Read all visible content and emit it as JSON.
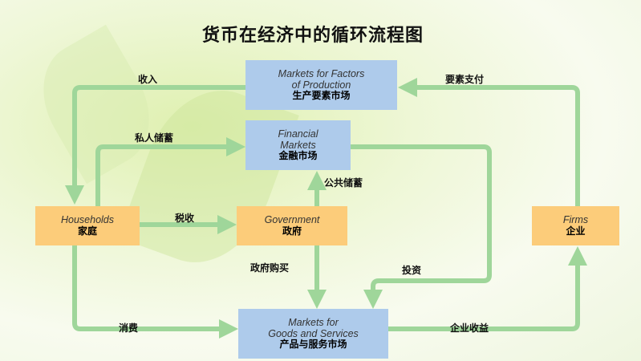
{
  "title": "货币在经济中的循环流程图",
  "boxes": {
    "factors": {
      "en1": "Markets for Factors",
      "en2": "of Production",
      "zh": "生产要素市场"
    },
    "financial": {
      "en1": "Financial",
      "en2": "Markets",
      "zh": "金融市场"
    },
    "households": {
      "en": "Households",
      "zh": "家庭"
    },
    "government": {
      "en": "Government",
      "zh": "政府"
    },
    "firms": {
      "en": "Firms",
      "zh": "企业"
    },
    "goods": {
      "en1": "Markets for",
      "en2": "Goods and Services",
      "zh": "产品与服务市场"
    }
  },
  "flows": {
    "income": "收入",
    "factor_payments": "要素支付",
    "private_savings": "私人储蓄",
    "public_savings": "公共储蓄",
    "taxes": "税收",
    "gov_purchases": "政府购买",
    "investment": "投资",
    "consumption": "消费",
    "firm_revenue": "企业收益"
  },
  "colors": {
    "arrow": "#9fd69a",
    "market_box": "#aecbeb",
    "agent_box": "#fccc7a"
  }
}
